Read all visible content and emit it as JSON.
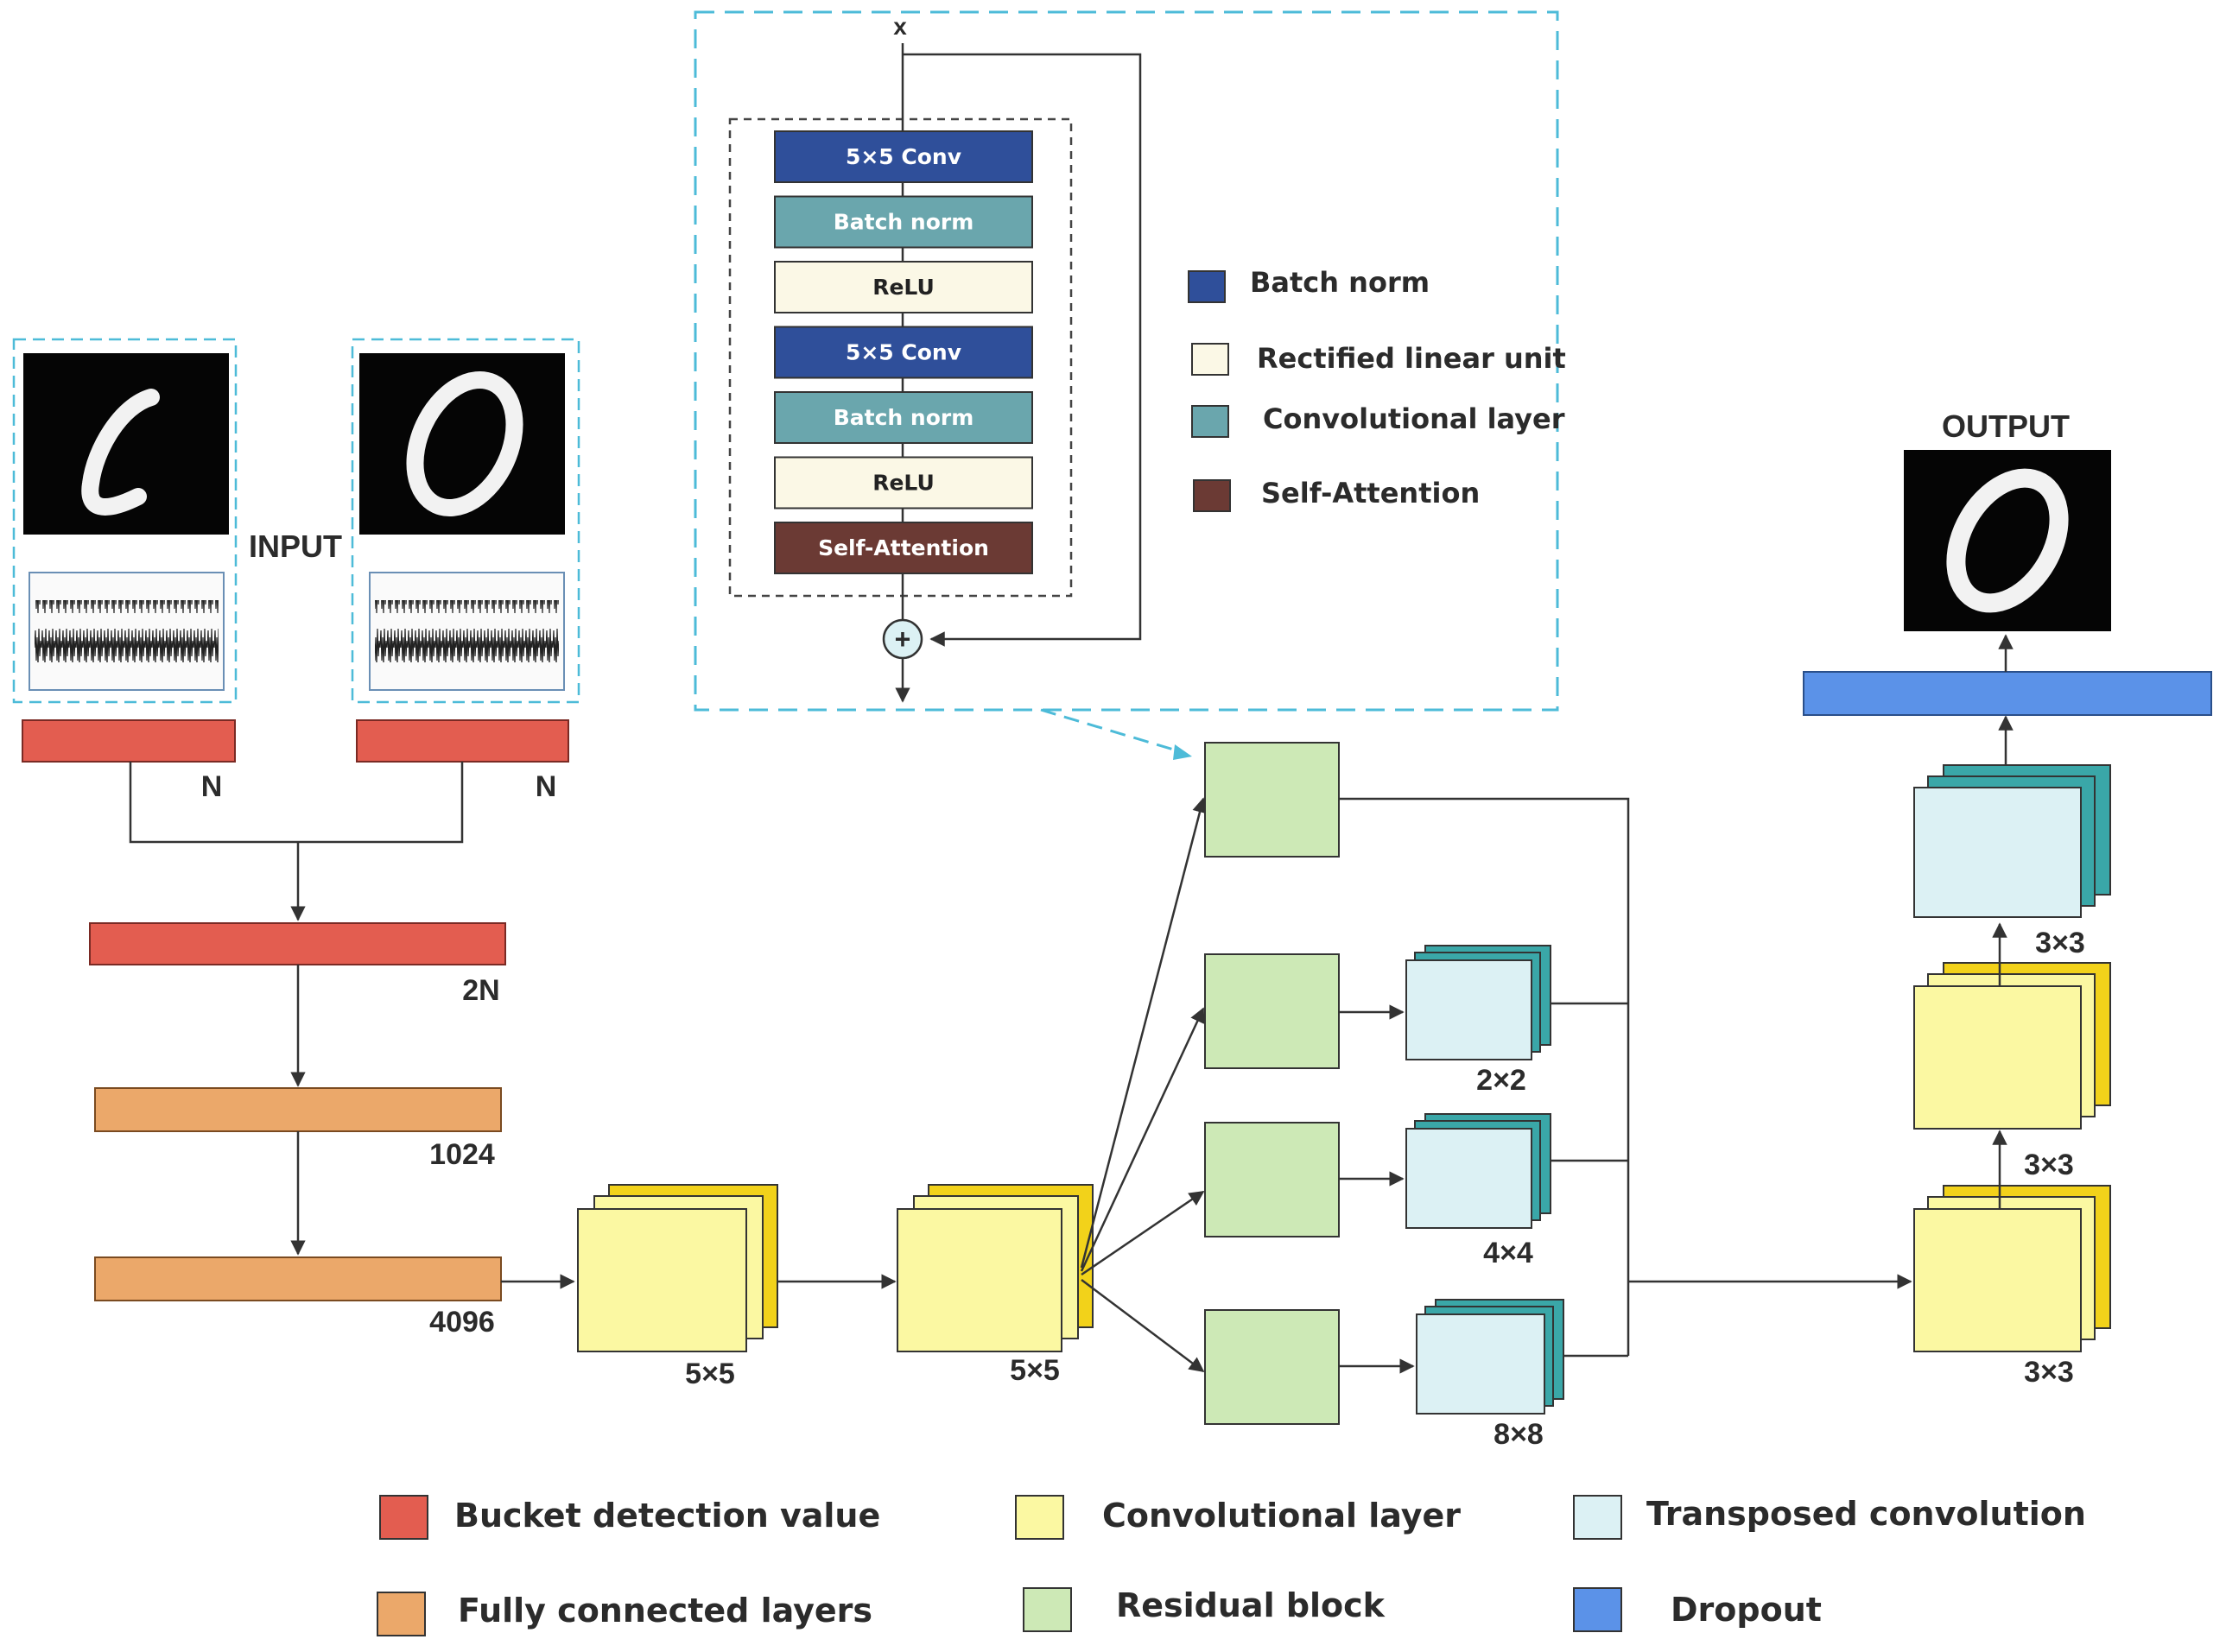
{
  "res_block": {
    "input_label": "x",
    "layers": [
      {
        "label": "5×5 Conv",
        "color": "#2f4f9a",
        "text_color": "#ffffff"
      },
      {
        "label": "Batch norm",
        "color": "#6aa6ad",
        "text_color": "#ffffff"
      },
      {
        "label": "ReLU",
        "color": "#fbf8e6",
        "text_color": "#222222"
      },
      {
        "label": "5×5 Conv",
        "color": "#2f4f9a",
        "text_color": "#ffffff"
      },
      {
        "label": "Batch norm",
        "color": "#6aa6ad",
        "text_color": "#ffffff"
      },
      {
        "label": "ReLU",
        "color": "#fbf8e6",
        "text_color": "#222222"
      },
      {
        "label": "Self-Attention",
        "color": "#6b3a34",
        "text_color": "#ffffff"
      }
    ],
    "sum_symbol": "+",
    "legend": [
      {
        "label": "Batch norm",
        "color": "#2f4f9a"
      },
      {
        "label": "Rectified linear unit",
        "color": "#fbf8e6"
      },
      {
        "label": "Convolutional layer",
        "color": "#6aa6ad"
      },
      {
        "label": "Self-Attention",
        "color": "#6b3a34"
      }
    ]
  },
  "input": {
    "title": "INPUT",
    "images": [
      {
        "name": "input-image-1",
        "digit_shape": "partial zero, open on right"
      },
      {
        "name": "input-image-2",
        "digit_shape": "zero"
      }
    ],
    "bucket_labels": [
      "N",
      "N"
    ]
  },
  "fc_path": {
    "labels": [
      "2N",
      "1024",
      "4096"
    ]
  },
  "conv_path": {
    "labels": [
      "5×5",
      "5×5"
    ]
  },
  "branches": {
    "transposed_labels": [
      "2×2",
      "4×4",
      "8×8"
    ]
  },
  "output_path": {
    "labels": [
      "3×3",
      "3×3",
      "3×3"
    ],
    "title": "OUTPUT"
  },
  "legend": [
    {
      "label": "Bucket detection value",
      "color": "#e35d50"
    },
    {
      "label": "Convolutional layer",
      "color": "#fbf8a2"
    },
    {
      "label": "Transposed convolution",
      "color": "#dcf1f4"
    },
    {
      "label": "Fully connected layers",
      "color": "#eba86a"
    },
    {
      "label": "Residual block",
      "color": "#cde9b6"
    },
    {
      "label": "Dropout",
      "color": "#5b92e8"
    }
  ],
  "colors": {
    "bucket": "#e35d50",
    "fc": "#eba86a",
    "conv_front": "#fbf8a2",
    "conv_back": "#f2d21a",
    "residual": "#cde9b6",
    "transposed_front": "#dcf1f4",
    "transposed_back": "#3aa7a8",
    "dropout": "#5b92e8",
    "dash": "#4dbbd8"
  }
}
